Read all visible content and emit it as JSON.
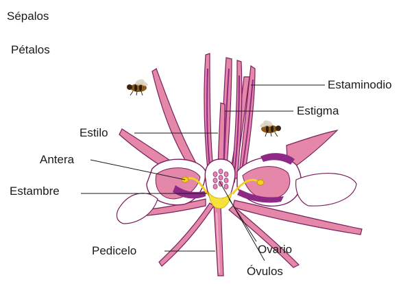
{
  "legend": {
    "sepals_label": "Sépalos",
    "petals_label": "Pétalos"
  },
  "labels": {
    "staminode": "Estaminodio",
    "stigma": "Estigma",
    "style": "Estilo",
    "anther": "Antera",
    "stamen": "Estambre",
    "pedicel": "Pedicelo",
    "ovary": "Ovario",
    "ovules": "Óvulos"
  },
  "colors": {
    "petal_pink": "#e487a8",
    "petal_light": "#f2b3c7",
    "petal_white": "#ffffff",
    "purple_dark": "#8e2a86",
    "outline": "#7a1f5e",
    "stamen_yellow": "#f2d21e",
    "ovary_yellow": "#f5e23a",
    "bee_body": "#8a5a1a",
    "leader_line": "#1a1a1a"
  },
  "icons": [
    "bee-left-icon",
    "bee-right-icon"
  ]
}
